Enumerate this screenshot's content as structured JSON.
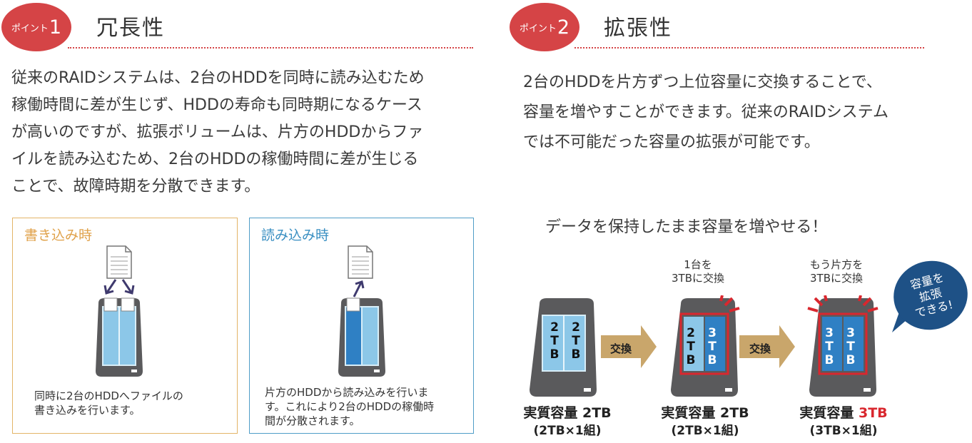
{
  "point1": {
    "badge_small": "ポイント",
    "badge_num": "1",
    "title": "冗長性",
    "lines": [
      "従来のRAIDシステムは、2台のHDDを同時に読み込むため",
      "稼働時間に差が生じず、HDDの寿命も同時期になるケース",
      "が高いのですが、拡張ボリュームは、片方のHDDからファ",
      "イルを読み込むため、2台のHDDの稼働時間に差が生じる",
      "ことで、故障時期を分散できます。"
    ]
  },
  "write_box": {
    "title": "書き込み時",
    "caption": [
      "同時に2台のHDDへファイルの",
      "書き込みを行います。"
    ]
  },
  "read_box": {
    "title": "読み込み時",
    "caption": [
      "片方のHDDから読み込みを行いま",
      "す。これにより2台のHDDの稼働時",
      "間が分散されます。"
    ]
  },
  "point2": {
    "badge_small": "ポイント",
    "badge_num": "2",
    "title": "拡張性",
    "lines": [
      "2台のHDDを片方ずつ上位容量に交換することで、",
      "容量を増やすことができます。従来のRAIDシステム",
      "では不可能だった容量の拡張が可能です。"
    ]
  },
  "diagram": {
    "headline": "データを保持したまま容量を増やせる！",
    "step2_note": [
      "1台を",
      "3TBに交換"
    ],
    "step3_note": [
      "もう片方を",
      "3TBに交換"
    ],
    "bubble": [
      "容量を",
      "拡張",
      "できる!"
    ],
    "exchange_label": "交換",
    "units": [
      {
        "left": [
          "2",
          "T",
          "B"
        ],
        "right": [
          "2",
          "T",
          "B"
        ],
        "cap_prefix": "実質容量 ",
        "cap_value": "2TB",
        "sub": "(2TB×1組)"
      },
      {
        "left": [
          "2",
          "T",
          "B"
        ],
        "right": [
          "3",
          "T",
          "B"
        ],
        "cap_prefix": "実質容量 ",
        "cap_value": "2TB",
        "sub": "(2TB×1組)"
      },
      {
        "left": [
          "3",
          "T",
          "B"
        ],
        "right": [
          "3",
          "T",
          "B"
        ],
        "cap_prefix": "実質容量 ",
        "cap_value": "3TB",
        "sub": "(3TB×1組)"
      }
    ]
  },
  "colors": {
    "accent_red": "#d54446",
    "write_border": "#e3b467",
    "write_title": "#e0a24b",
    "read_border": "#4f9dc7",
    "read_title": "#3a8fc2",
    "bubble_blue": "#1e5186",
    "hdd_body": "#5a5a5c",
    "hdd_panel_light": "#8cc7e8",
    "hdd_panel_dark": "#2f80c4",
    "arrow_gold": "#c9a66b",
    "highlight_red": "#d9272e"
  }
}
